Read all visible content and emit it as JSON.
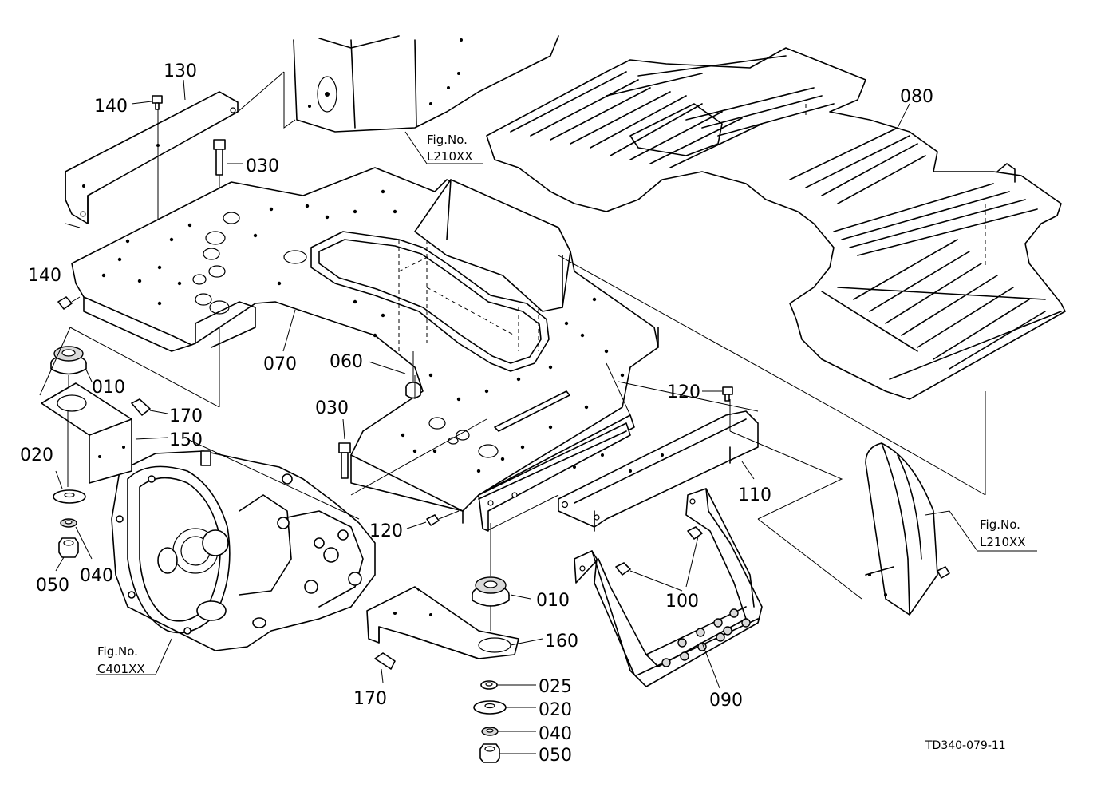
{
  "drawing_code": "TD340-079-11",
  "fig_refs": [
    {
      "id": "fig-l210-top",
      "line1": "Fig.No.",
      "line2": "L210XX"
    },
    {
      "id": "fig-l210-right",
      "line1": "Fig.No.",
      "line2": "L210XX"
    },
    {
      "id": "fig-c401",
      "line1": "Fig.No.",
      "line2": "C401XX"
    }
  ],
  "part_labels": [
    {
      "id": "130",
      "text": "130"
    },
    {
      "id": "140a",
      "text": "140"
    },
    {
      "id": "030a",
      "text": "030"
    },
    {
      "id": "080",
      "text": "080"
    },
    {
      "id": "140b",
      "text": "140"
    },
    {
      "id": "070",
      "text": "070"
    },
    {
      "id": "060",
      "text": "060"
    },
    {
      "id": "010a",
      "text": "010"
    },
    {
      "id": "170a",
      "text": "170"
    },
    {
      "id": "150",
      "text": "150"
    },
    {
      "id": "020a",
      "text": "020"
    },
    {
      "id": "030b",
      "text": "030"
    },
    {
      "id": "120a",
      "text": "120"
    },
    {
      "id": "110",
      "text": "110"
    },
    {
      "id": "120b",
      "text": "120"
    },
    {
      "id": "040a",
      "text": "040"
    },
    {
      "id": "050a",
      "text": "050"
    },
    {
      "id": "010b",
      "text": "010"
    },
    {
      "id": "100",
      "text": "100"
    },
    {
      "id": "160",
      "text": "160"
    },
    {
      "id": "025",
      "text": "025"
    },
    {
      "id": "170b",
      "text": "170"
    },
    {
      "id": "090",
      "text": "090"
    },
    {
      "id": "020b",
      "text": "020"
    },
    {
      "id": "040b",
      "text": "040"
    },
    {
      "id": "050b",
      "text": "050"
    }
  ]
}
